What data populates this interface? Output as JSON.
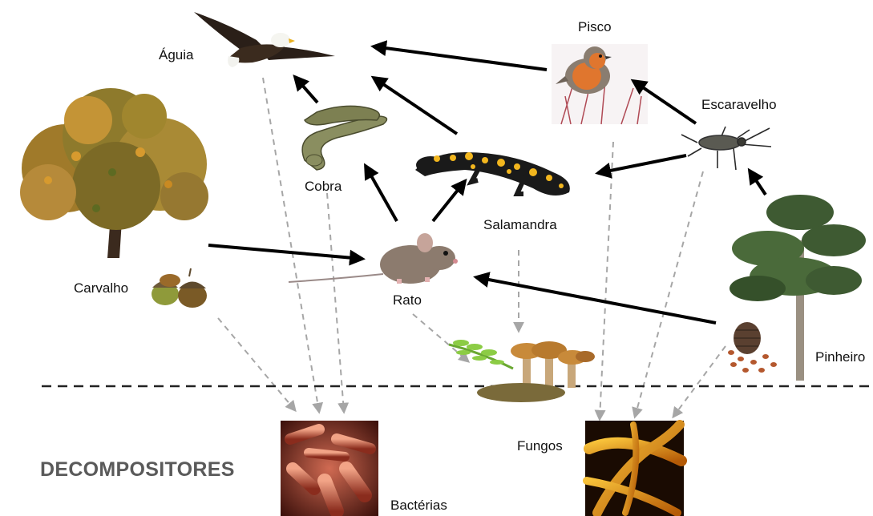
{
  "organisms": {
    "aguia": "Águia",
    "pisco": "Pisco",
    "escaravelho": "Escaravelho",
    "cobra": "Cobra",
    "salamandra": "Salamandra",
    "carvalho": "Carvalho",
    "rato": "Rato",
    "pinheiro": "Pinheiro"
  },
  "decomposers": {
    "title": "DECOMPOSITORES",
    "bacteria": "Bactérias",
    "fungi": "Fungos"
  },
  "food_links": [
    {
      "from": "Pisco",
      "to": "Águia"
    },
    {
      "from": "Salamandra",
      "to": "Águia"
    },
    {
      "from": "Cobra",
      "to": "Águia"
    },
    {
      "from": "Escaravelho",
      "to": "Pisco"
    },
    {
      "from": "Escaravelho",
      "to": "Salamandra"
    },
    {
      "from": "Pinheiro",
      "to": "Escaravelho"
    },
    {
      "from": "Rato",
      "to": "Cobra"
    },
    {
      "from": "Rato",
      "to": "Salamandra"
    },
    {
      "from": "Carvalho",
      "to": "Rato"
    },
    {
      "from": "Pinheiro",
      "to": "Rato"
    }
  ],
  "colors": {
    "arrow": "#000000",
    "decomposition_arrow": "#a6a6a6",
    "divider": "#222222",
    "title": "#5a5a5a"
  }
}
